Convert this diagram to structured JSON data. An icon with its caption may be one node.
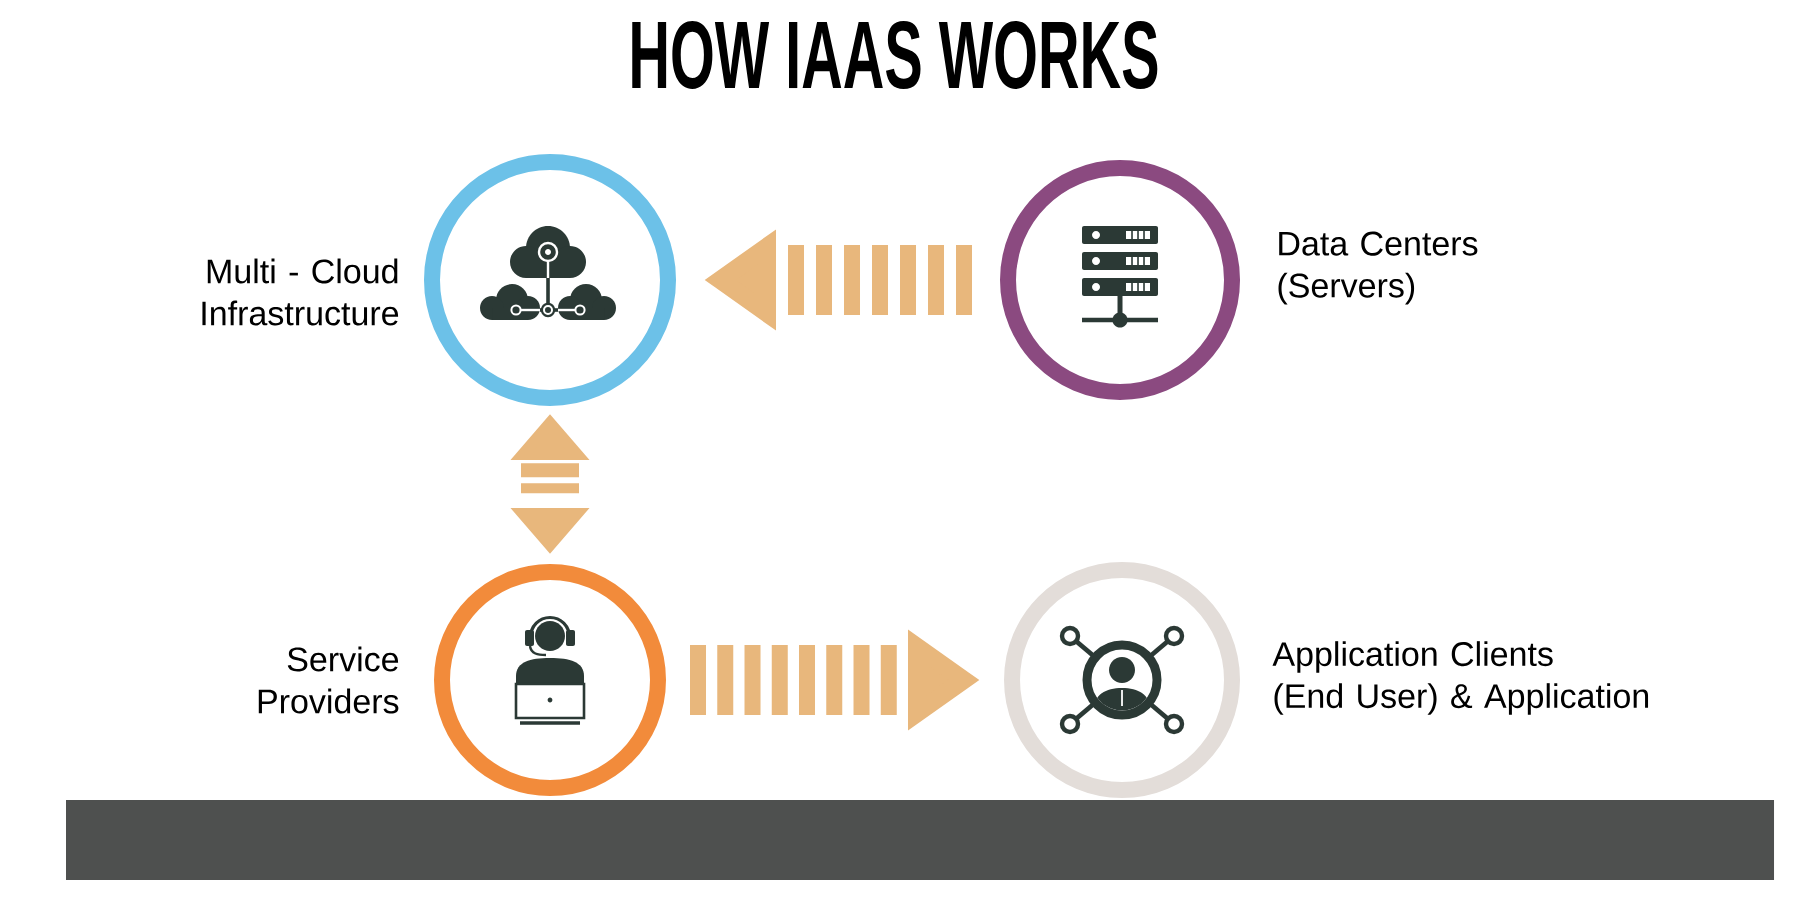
{
  "diagram": {
    "title": "HOW IAAS WORKS",
    "nodes": [
      {
        "text": [
          "Multi - Cloud Infrastructure"
        ]
      },
      {
        "text": [
          "Data Centers (Servers)"
        ]
      },
      {
        "text": [
          "Service Providers"
        ]
      },
      {
        "text": [
          "Application Clients (End User) & Application"
        ]
      }
    ],
    "edges": [
      {
        "from": 1,
        "to": 0,
        "arrow": "to"
      },
      {
        "from": 0,
        "to": 2,
        "arrow": "both"
      },
      {
        "from": 2,
        "to": 3,
        "arrow": "to"
      }
    ]
  }
}
